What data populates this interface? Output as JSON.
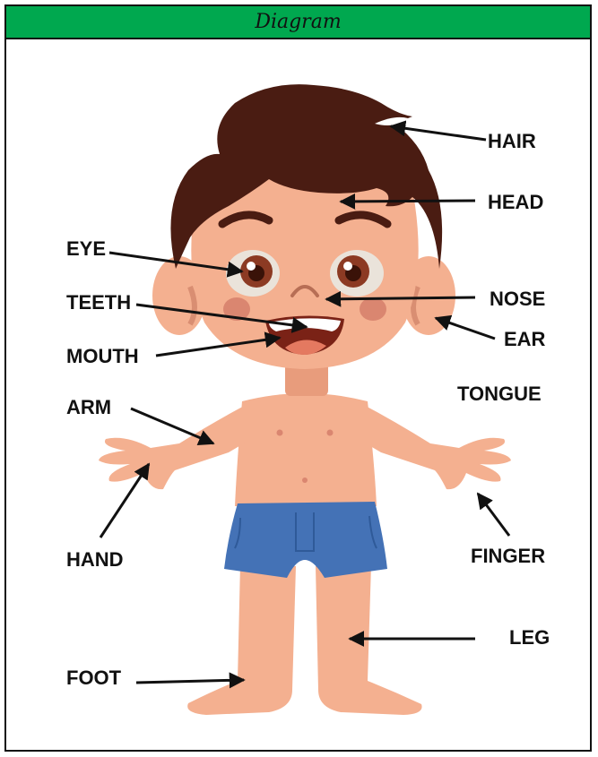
{
  "header": {
    "title": "Diagram"
  },
  "colors": {
    "header_bg": "#00A84F",
    "skin": "#F4B090",
    "skin_shadow": "#E89C7C",
    "hair": "#4A1C12",
    "shorts": "#4472B6",
    "cheek": "#DA8670",
    "iris": "#8C3A23",
    "mouth": "#7A2216",
    "tongue": "#E47960",
    "arrow": "#111111"
  },
  "labels": {
    "hair": "HAIR",
    "head": "HEAD",
    "eye": "EYE",
    "nose": "NOSE",
    "teeth": "TEETH",
    "ear": "EAR",
    "mouth": "MOUTH",
    "tongue": "TONGUE",
    "arm": "ARM",
    "hand": "HAND",
    "finger": "FINGER",
    "leg": "LEG",
    "foot": "FOOT"
  }
}
